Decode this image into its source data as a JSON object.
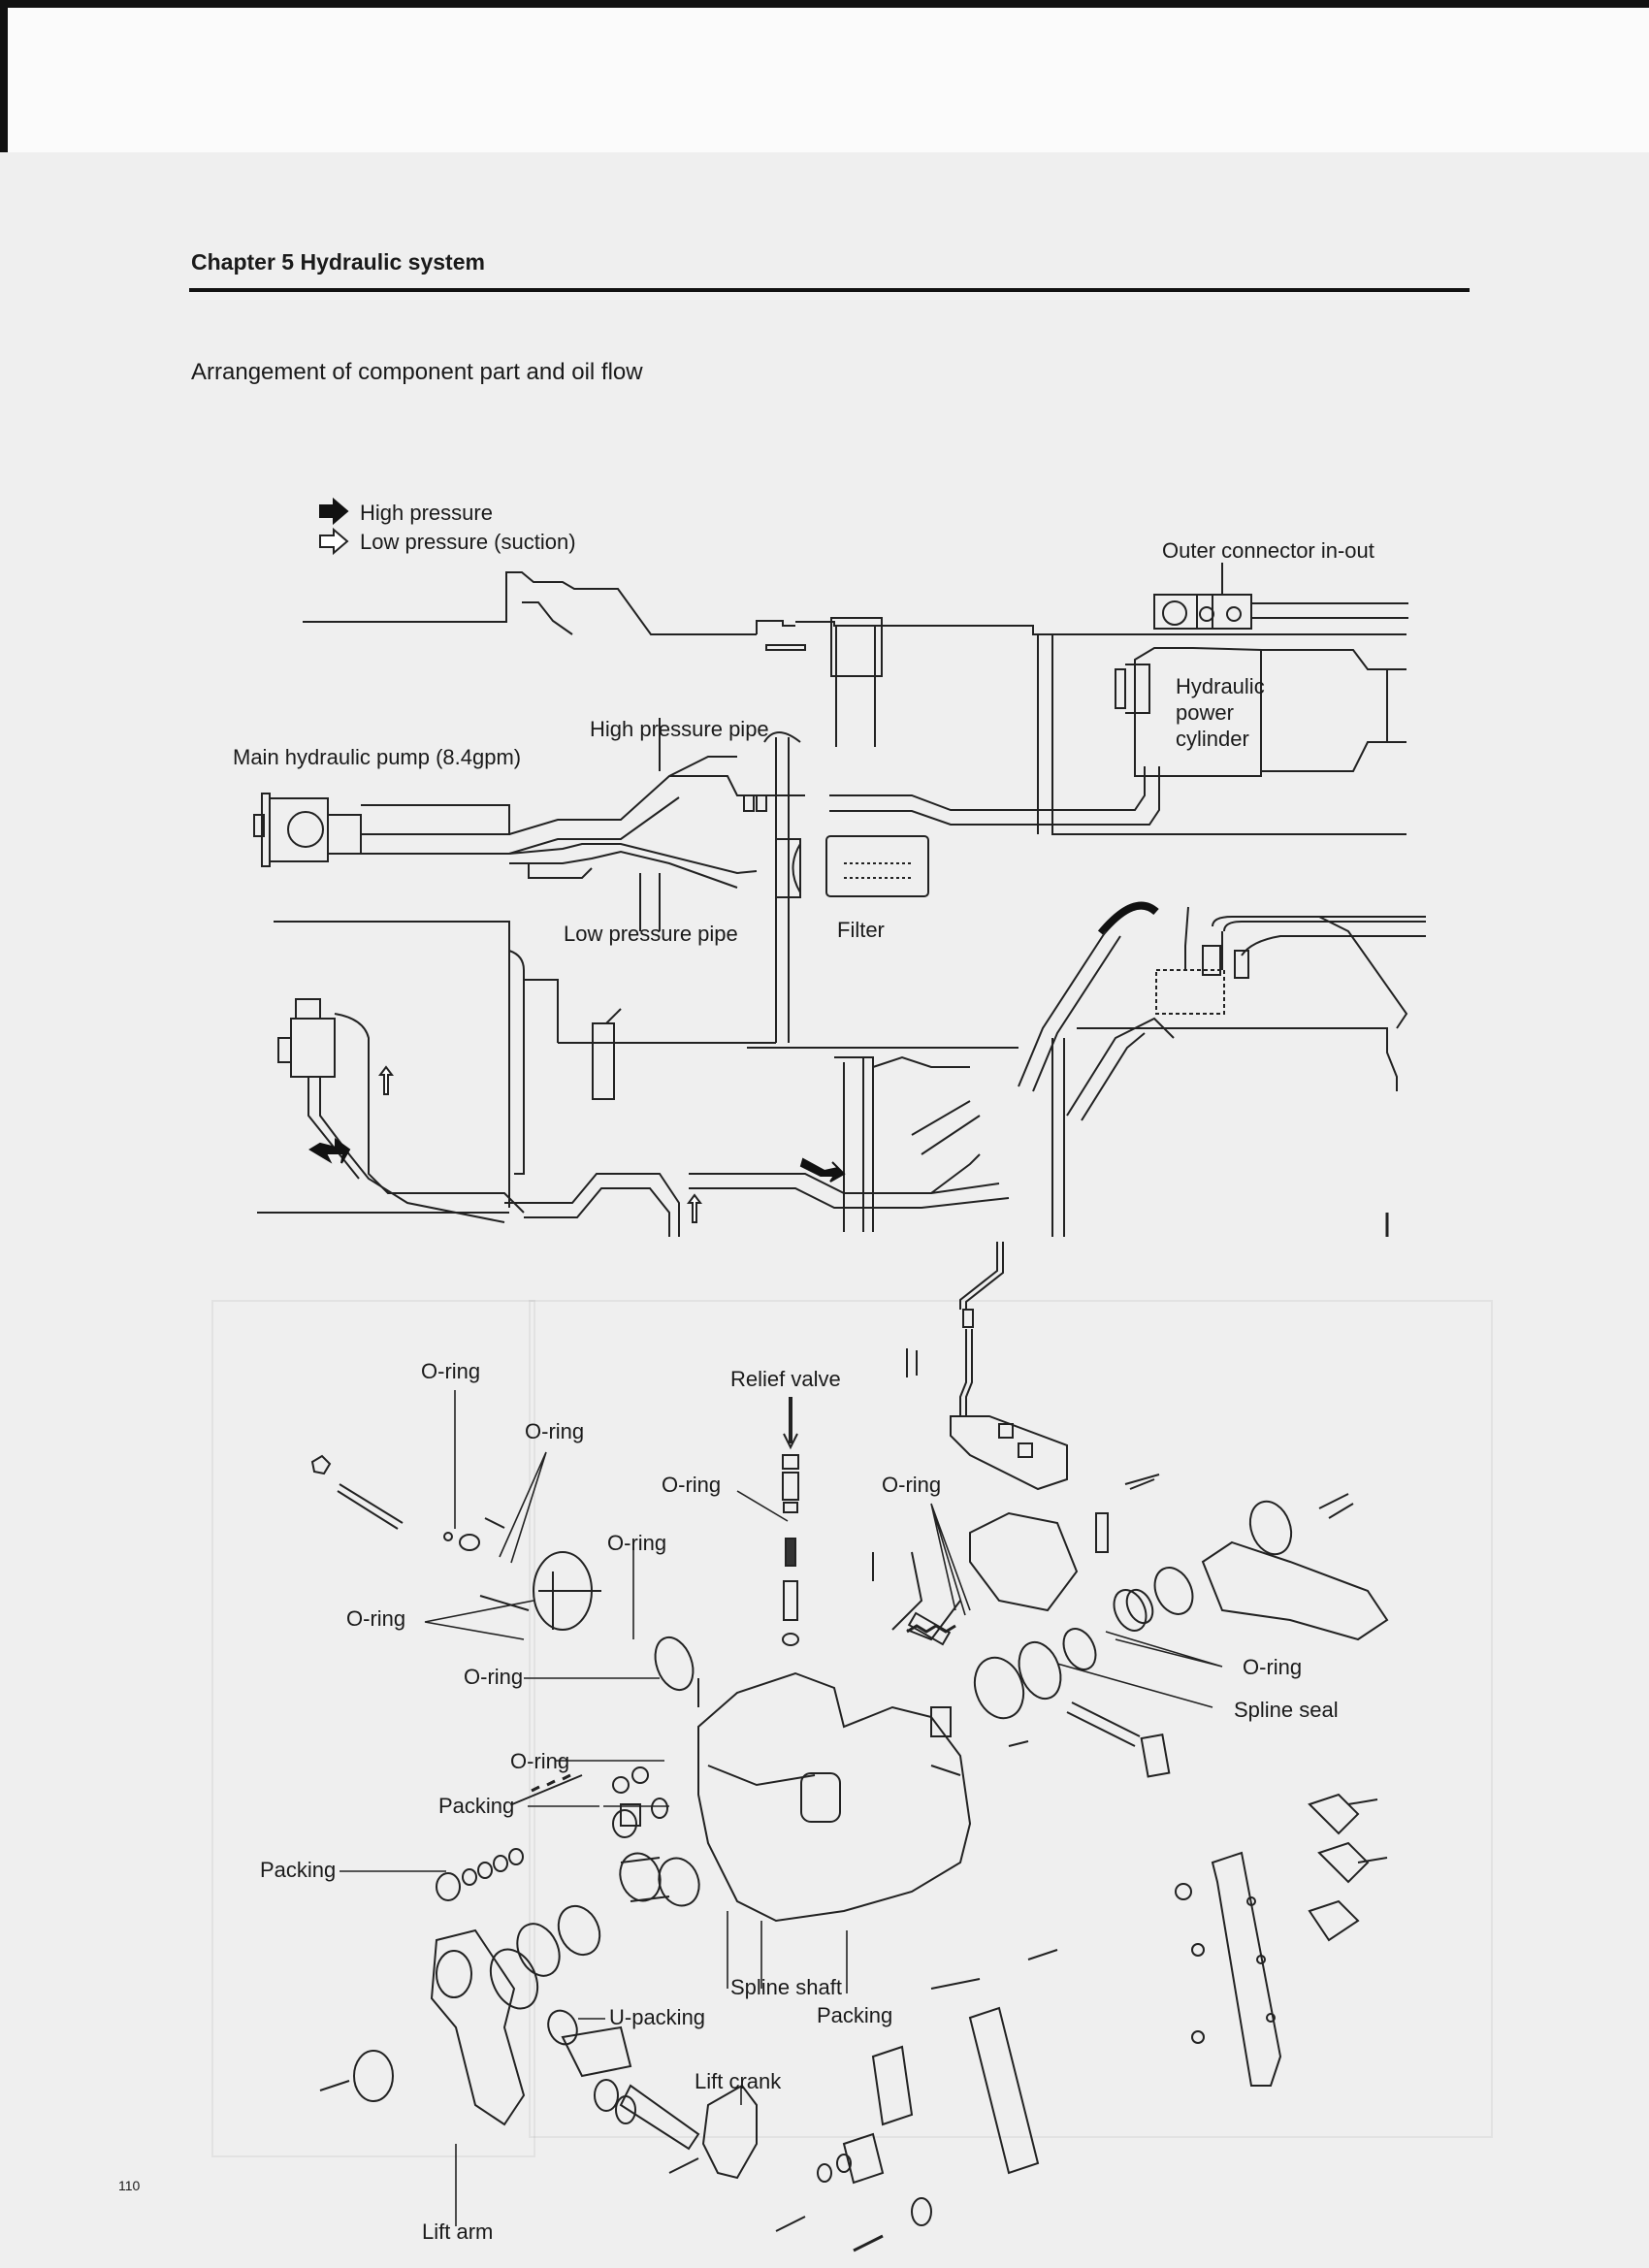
{
  "header": {
    "chapter_title": "Chapter 5 Hydraulic system",
    "section_title": "Arrangement of component part and oil flow"
  },
  "legend": {
    "items": [
      {
        "label": "High pressure",
        "icon": "filled-arrow-icon"
      },
      {
        "label": "Low pressure (suction)",
        "icon": "outline-arrow-icon"
      }
    ]
  },
  "oil_flow_diagram": {
    "labels": {
      "outer_connector": "Outer connector in-out",
      "power_cylinder_1": "Hydraulic",
      "power_cylinder_2": "power",
      "power_cylinder_3": "cylinder",
      "high_pressure_pipe": "High pressure pipe",
      "main_pump": "Main hydraulic pump (8.4gpm)",
      "low_pressure_pipe": "Low pressure pipe",
      "filter": "Filter"
    }
  },
  "exploded_diagram": {
    "labels": [
      "O-ring",
      "O-ring",
      "Relief valve",
      "O-ring",
      "O-ring",
      "O-ring",
      "O-ring",
      "O-ring",
      "O-ring",
      "Spline seal",
      "O-ring",
      "Packing",
      "Packing",
      "Spline shaft",
      "Packing",
      "U-packing",
      "Lift crank",
      "Lift arm"
    ]
  },
  "footer": {
    "page_number": "110"
  },
  "colors": {
    "ink": "#1a1a1a",
    "paper": "#efefef"
  }
}
